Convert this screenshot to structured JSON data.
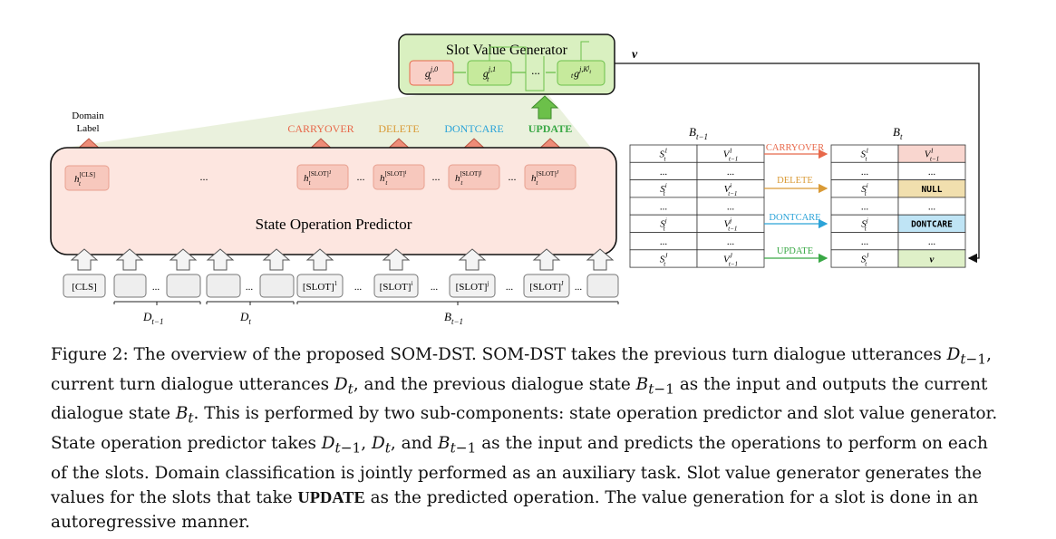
{
  "generator": {
    "title": "Slot Value Generator",
    "cells": [
      "g_t^{j,0}",
      "g_t^{j,1}",
      "g_t^{j,K_t^j}"
    ],
    "ellipsis": "...",
    "output_label": "v"
  },
  "operations": {
    "carryover": {
      "label": "CARRYOVER",
      "color": "#e8684a"
    },
    "delete": {
      "label": "DELETE",
      "color": "#d99a36"
    },
    "dontcare": {
      "label": "DONTCARE",
      "color": "#2ba3d8"
    },
    "update": {
      "label": "UPDATE",
      "color": "#39a845"
    }
  },
  "domain_label": [
    "Domain",
    "Label"
  ],
  "predictor": {
    "title": "State Operation Predictor",
    "hidden_states": [
      "h_t^{[CLS]}",
      "h_t^{[SLOT]^1}",
      "h_t^{[SLOT]^i}",
      "h_t^{[SLOT]^j}",
      "h_t^{[SLOT]^J}"
    ],
    "ellipsis": "..."
  },
  "inputs": {
    "tokens": [
      "[CLS]",
      "[SLOT]^1",
      "[SLOT]^i",
      "[SLOT]^j",
      "[SLOT]^J"
    ],
    "ellipsis": "...",
    "groups": [
      "D_{t-1}",
      "D_t",
      "B_{t-1}"
    ]
  },
  "state_tables": {
    "prev_title": "B_{t-1}",
    "curr_title": "B_t",
    "prev_rows": [
      [
        "S_t^1",
        "V_{t-1}^1"
      ],
      [
        "...",
        "..."
      ],
      [
        "S_t^i",
        "V_{t-1}^i"
      ],
      [
        "...",
        "..."
      ],
      [
        "S_t^j",
        "V_{t-1}^j"
      ],
      [
        "...",
        "..."
      ],
      [
        "S_t^J",
        "V_{t-1}^J"
      ]
    ],
    "curr_rows": [
      [
        "S_t^1",
        "V_{t-1}^1"
      ],
      [
        "...",
        "..."
      ],
      [
        "S_t^i",
        "NULL"
      ],
      [
        "...",
        "..."
      ],
      [
        "S_t^j",
        "DONTCARE"
      ],
      [
        "...",
        "..."
      ],
      [
        "S_t^J",
        "v"
      ]
    ],
    "row_colors": [
      "#f9d6cf",
      "",
      "#f1dfae",
      "",
      "#bfe4f5",
      "",
      "#dff0c8"
    ]
  },
  "caption": {
    "lines": [
      "Figure 2: The overview of the proposed SOM-DST. SOM-DST takes the previous turn dialogue utterances D_{t−1},",
      "current turn dialogue utterances D_t, and the previous dialogue state B_{t−1} as the input and outputs the current",
      "dialogue state B_t. This is performed by two sub-components: state operation predictor and slot value generator.",
      "State operation predictor takes D_{t−1}, D_t, and B_{t−1} as the input and predicts the operations to perform on each",
      "of the slots. Domain classification is jointly performed as an auxiliary task. Slot value generator generates the",
      "values for the slots that take UPDATE as the predicted operation. The value generation for a slot is done in an",
      "autoregressive manner."
    ]
  }
}
